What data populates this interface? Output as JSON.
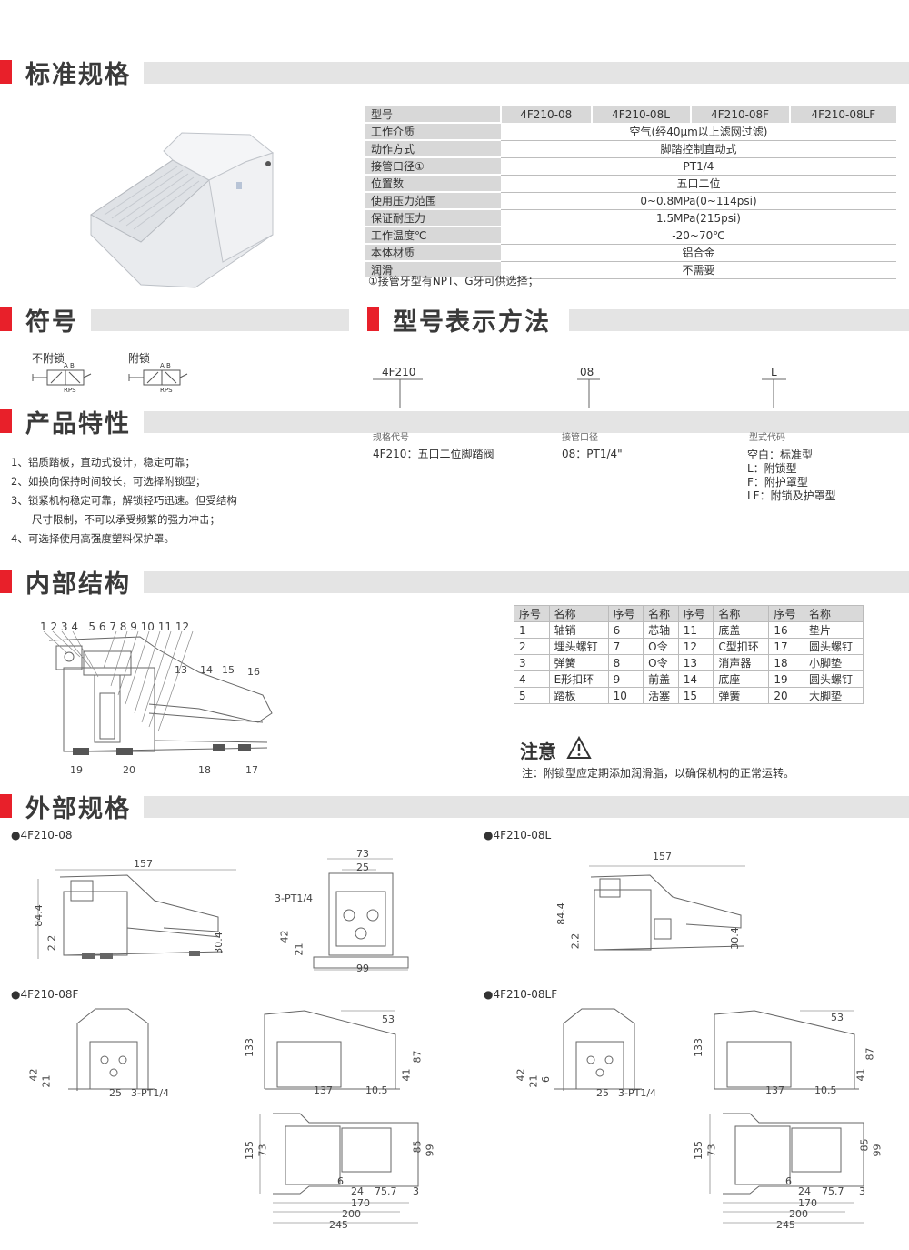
{
  "sections": {
    "standard_spec": "标准规格",
    "symbol": "符号",
    "model_method": "型号表示方法",
    "features": "产品特性",
    "internal": "内部结构",
    "external": "外部规格"
  },
  "spec_table": {
    "header_label": "型号",
    "models": [
      "4F210-08",
      "4F210-08L",
      "4F210-08F",
      "4F210-08LF"
    ],
    "rows": [
      {
        "label": "工作介质",
        "value": "空气(经40μm以上滤网过滤)"
      },
      {
        "label": "动作方式",
        "value": "脚踏控制直动式"
      },
      {
        "label": "接管口径①",
        "value": "PT1/4"
      },
      {
        "label": "位置数",
        "value": "五口二位"
      },
      {
        "label": "使用压力范围",
        "value": "0~0.8MPa(0~114psi)"
      },
      {
        "label": "保证耐压力",
        "value": "1.5MPa(215psi)"
      },
      {
        "label": "工作温度℃",
        "value": "-20~70℃"
      },
      {
        "label": "本体材质",
        "value": "铝合金"
      },
      {
        "label": "润滑",
        "value": "不需要"
      }
    ],
    "footnote": "①接管牙型有NPT、G牙可供选择；"
  },
  "symbol": {
    "no_lock": "不附锁",
    "with_lock": "附锁",
    "ports_top": "A B",
    "ports_bottom": "RPS"
  },
  "model_code": {
    "parts": [
      "4F210",
      "08",
      "L"
    ],
    "labels": [
      "规格代号",
      "接管口径",
      "型式代码"
    ],
    "desc1": "4F210：五口二位脚踏阀",
    "desc2": "08：PT1/4\"",
    "desc3": [
      "空白：标准型",
      "L：附锁型",
      "F：附护罩型",
      "LF：附锁及护罩型"
    ]
  },
  "features": [
    "1、铝质踏板，直动式设计，稳定可靠；",
    "2、如换向保持时间较长，可选择附锁型；",
    "3、锁紧机构稳定可靠，解锁轻巧迅速。但受结构",
    "尺寸限制，不可以承受频繁的强力冲击；",
    "4、可选择使用高强度塑料保护罩。"
  ],
  "internal": {
    "top_numbers": "1 2 3 4   5 6 7 8 9 10 11 12",
    "n13": "13",
    "n14": "14",
    "n15": "15",
    "n16": "16",
    "n17": "17",
    "n18": "18",
    "n19": "19",
    "n20": "20",
    "parts_header": [
      "序号",
      "名称",
      "序号",
      "名称",
      "序号",
      "名称",
      "序号",
      "名称"
    ],
    "parts_rows": [
      [
        "1",
        "轴销",
        "6",
        "芯轴",
        "11",
        "底盖",
        "16",
        "垫片"
      ],
      [
        "2",
        "埋头螺钉",
        "7",
        "O令",
        "12",
        "C型扣环",
        "17",
        "圆头螺钉"
      ],
      [
        "3",
        "弹簧",
        "8",
        "O令",
        "13",
        "消声器",
        "18",
        "小脚垫"
      ],
      [
        "4",
        "E形扣环",
        "9",
        "前盖",
        "14",
        "底座",
        "19",
        "圆头螺钉"
      ],
      [
        "5",
        "踏板",
        "10",
        "活塞",
        "15",
        "弹簧",
        "20",
        "大脚垫"
      ]
    ],
    "notice_title": "注意",
    "notice_text": "注：附锁型应定期添加润滑脂，以确保机构的正常运转。"
  },
  "external": {
    "m1": "●4F210-08",
    "m2": "●4F210-08L",
    "m3": "●4F210-08F",
    "m4": "●4F210-08LF",
    "d157": "157",
    "d84_4": "84.4",
    "d2_2": "2.2",
    "d30_4": "30.4",
    "d73": "73",
    "d25": "25",
    "d3pt": "3-PT1/4",
    "d42": "42",
    "d21": "21",
    "d99": "99",
    "d133": "133",
    "d53": "53",
    "d87": "87",
    "d41": "41",
    "d137": "137",
    "d10_5": "10.5",
    "d135": "135",
    "d85": "85",
    "d6": "6",
    "d24": "24",
    "d75_7": "75.7",
    "d3": "3",
    "d170": "170",
    "d200": "200",
    "d245": "245"
  }
}
